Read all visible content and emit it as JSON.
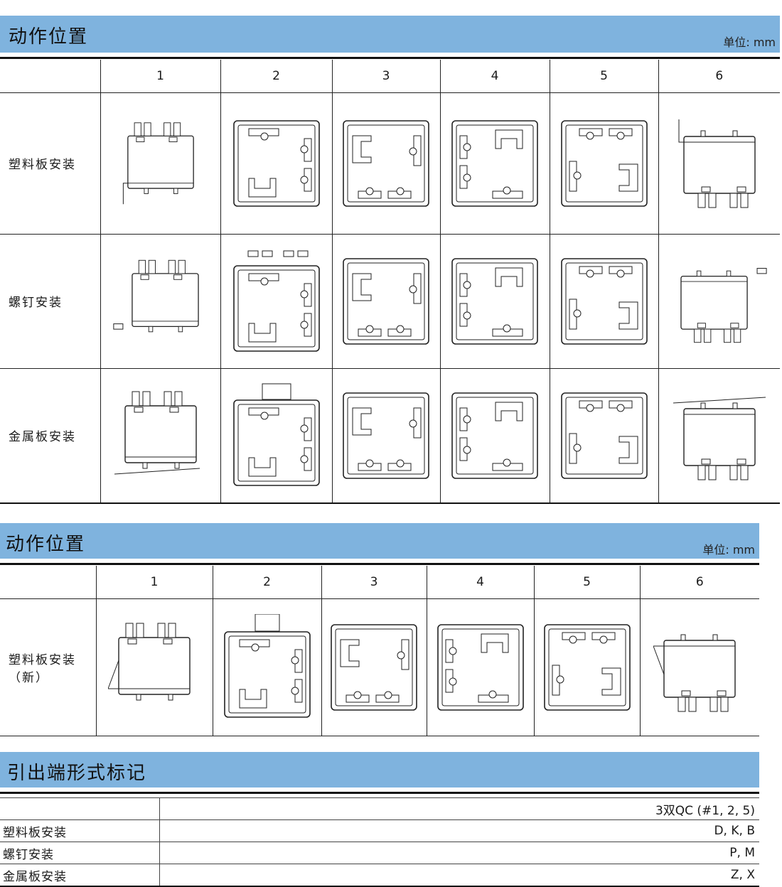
{
  "section1": {
    "title": "动作位置",
    "unit": "单位: mm",
    "columns": [
      "1",
      "2",
      "3",
      "4",
      "5",
      "6"
    ],
    "rows": [
      "塑料板安装",
      "螺钉安装",
      "金属板安装"
    ]
  },
  "section2": {
    "title": "动作位置",
    "unit": "单位: mm",
    "columns": [
      "1",
      "2",
      "3",
      "4",
      "5",
      "6"
    ],
    "row_label_line1": "塑料板安装",
    "row_label_line2": "（新）"
  },
  "section3": {
    "title": "引出端形式标记",
    "header_value": "3双QC (#1, 2, 5)",
    "rows": [
      {
        "label": "塑料板安装",
        "value": "D, K, B"
      },
      {
        "label": "螺钉安装",
        "value": "P, M"
      },
      {
        "label": "金属板安装",
        "value": "Z, X"
      }
    ]
  },
  "colors": {
    "banner": "#7fb3de",
    "line": "#111111"
  }
}
